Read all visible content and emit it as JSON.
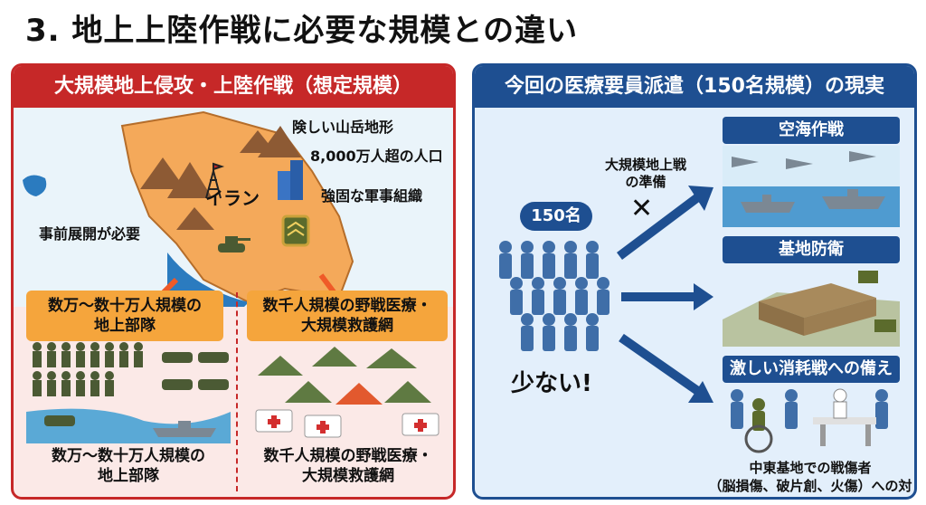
{
  "title": "3. 地上上陸作戦に必要な規模との違い",
  "left": {
    "header": "大規模地上侵攻・上陸作戦（想定規模）",
    "map_label": "イラン",
    "annotations": [
      "険しい山岳地形",
      "8,000万人超の人口",
      "強固な軍事組織"
    ],
    "predeploy": "事前展開が必要",
    "box1": [
      "数万〜数十万人規模の",
      "地上部隊"
    ],
    "box2": [
      "数千人規模の野戦医療・",
      "大規模救護網"
    ],
    "caption1": [
      "数万〜数十万人規模の",
      "地上部隊"
    ],
    "caption2": [
      "数千人規模の野戦医療・",
      "大規模救護網"
    ]
  },
  "right": {
    "header": "今回の医療要員派遣（150名規模）の現実",
    "count_label": "150名",
    "few_label": "少ない!",
    "negated_note": [
      "大規模地上戦",
      "の準備"
    ],
    "cross_mark": "✕",
    "items": [
      "空海作戦",
      "基地防衛",
      "激しい消耗戦への備え"
    ],
    "caption": [
      "中東基地での戦傷者",
      "（脳損傷、破片創、火傷）への対応"
    ]
  },
  "colors": {
    "red": "#c62828",
    "navy": "#1e4f91",
    "orange": "#f5a53c",
    "map": "#f4a95a"
  }
}
